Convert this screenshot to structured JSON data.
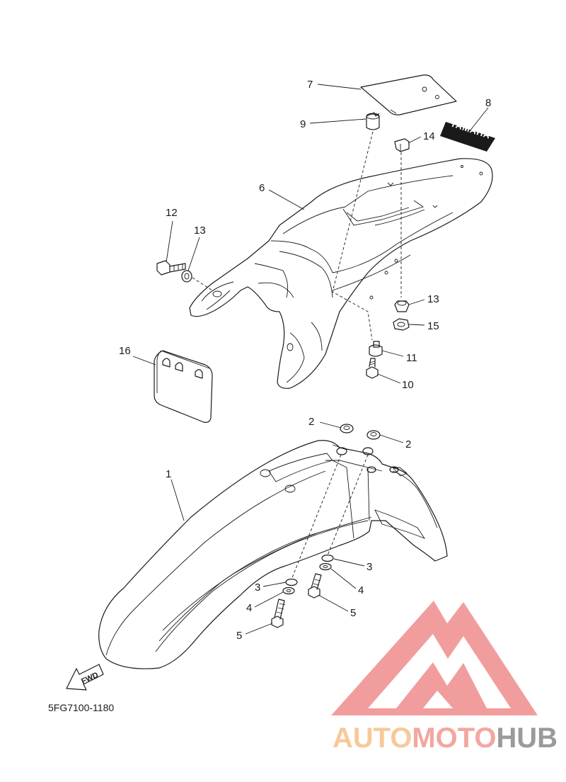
{
  "diagram": {
    "drawing_code": "5FG7100-1180",
    "fwd_label": "FWD",
    "emblem_text": "YAMAHA",
    "callouts": {
      "c1": "1",
      "c2a": "2",
      "c2b": "2",
      "c3a": "3",
      "c3b": "3",
      "c4a": "4",
      "c4b": "4",
      "c5a": "5",
      "c5b": "5",
      "c6": "6",
      "c7": "7",
      "c8": "8",
      "c9": "9",
      "c10": "10",
      "c11": "11",
      "c12": "12",
      "c13a": "13",
      "c13b": "13",
      "c14": "14",
      "c15": "15",
      "c16": "16"
    }
  },
  "watermark": {
    "part1": "AUTO",
    "part2": "MOTO",
    "part3": "HUB",
    "colors": {
      "auto": "#f7c99a",
      "moto": "#f2a7a0",
      "hub": "#9a9a9a",
      "logo": "#f08c8c"
    }
  }
}
